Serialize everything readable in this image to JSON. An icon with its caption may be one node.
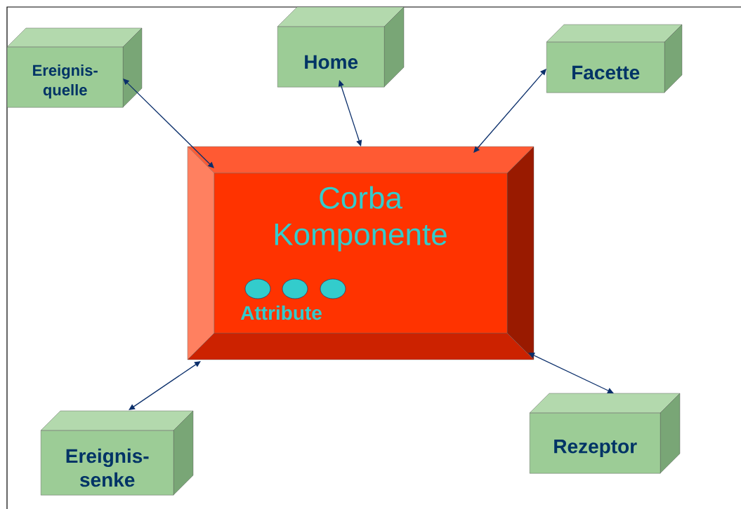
{
  "diagram": {
    "nodes": [
      {
        "text": [
          "Ereignis- quelle"
        ]
      },
      {
        "text": [
          "Home"
        ]
      },
      {
        "text": [
          "Facette"
        ]
      },
      {
        "text": [
          "Corba Komponente",
          "Attribute"
        ]
      },
      {
        "text": [
          "Ereignis- senke"
        ]
      },
      {
        "text": [
          "Rezeptor"
        ]
      }
    ],
    "edges": [
      {
        "from": 0,
        "to": 3,
        "arrow": "both"
      },
      {
        "from": 1,
        "to": 3,
        "arrow": "both"
      },
      {
        "from": 2,
        "to": 3,
        "arrow": "both"
      },
      {
        "from": 4,
        "to": 3,
        "arrow": "both"
      },
      {
        "from": 5,
        "to": 3,
        "arrow": "both"
      }
    ]
  }
}
